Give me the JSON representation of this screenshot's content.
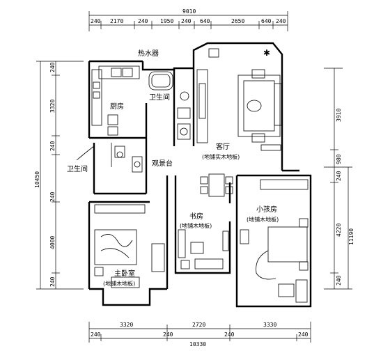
{
  "dimensions": {
    "top_overall": "9010",
    "top_segments": [
      "240",
      "2170",
      "240",
      "1950",
      "240",
      "640",
      "2650",
      "640",
      "240"
    ],
    "bottom_segments": [
      "3320",
      "2720",
      "3330"
    ],
    "bottom_walls": [
      "240",
      "240",
      "240",
      "240"
    ],
    "bottom_overall": "10330",
    "left_segments": [
      "240",
      "3320",
      "240",
      "240",
      "4000",
      "240"
    ],
    "left_overall": "10450",
    "right_segments": [
      "3910",
      "980",
      "240",
      "4220",
      "240"
    ],
    "right_overall": "11190"
  },
  "rooms": {
    "water_heater": "热水器",
    "kitchen": "厨房",
    "bathroom_main": "卫生间",
    "bathroom_left": "卫生间",
    "living_room": "客厅",
    "living_floor": "(地铺实木地板)",
    "viewing_deck": "观景台",
    "study": "书房",
    "study_floor": "(地铺木地板)",
    "kids_room": "小孩房",
    "kids_floor": "(地铺木地板)",
    "master_bedroom": "主卧室",
    "master_floor": "(地铺木地板)"
  }
}
